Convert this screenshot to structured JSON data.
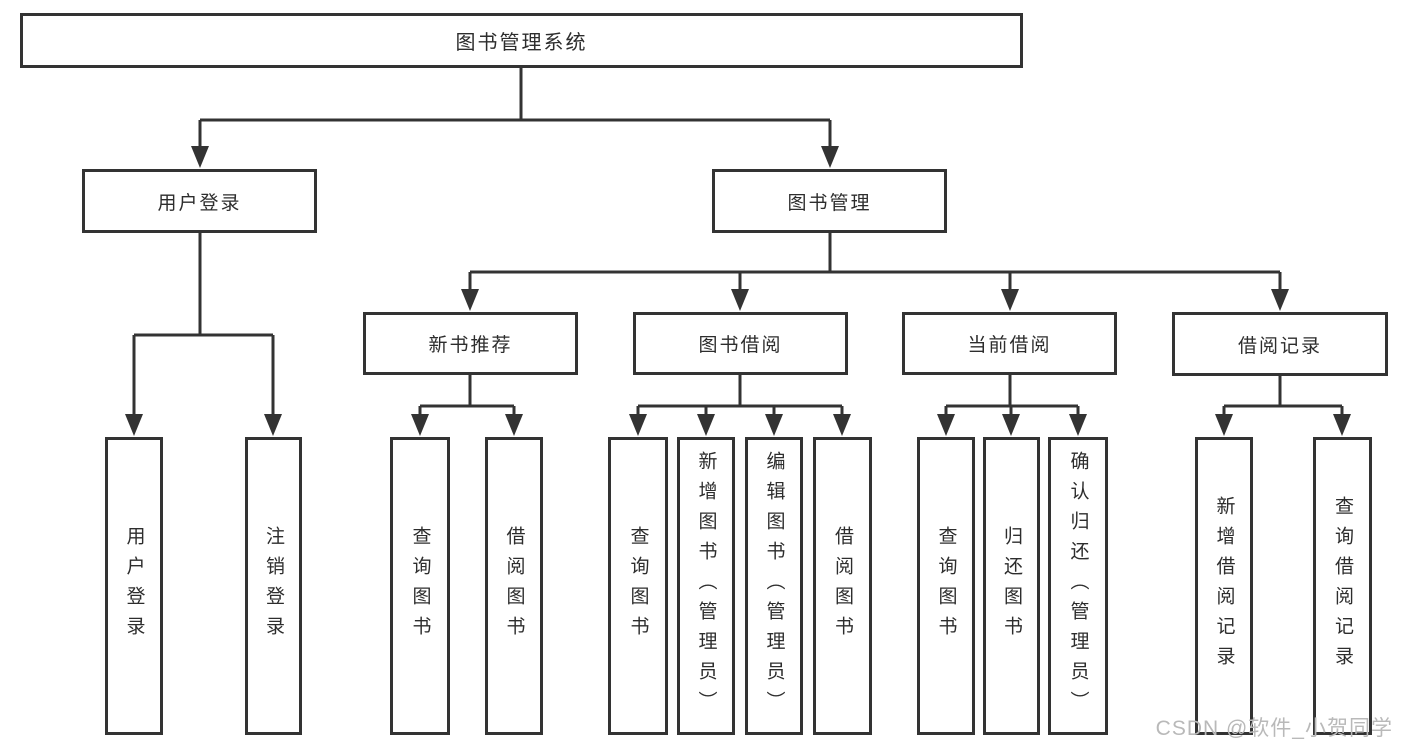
{
  "diagram": {
    "title": "图书管理系统",
    "colors": {
      "line": "#333333",
      "text": "#2d2d2d",
      "watermark": "#b9b9b9",
      "background": "#ffffff"
    },
    "nodes": {
      "root": "图书管理系统",
      "user_login": "用户登录",
      "book_management": "图书管理",
      "new_book_recommend": "新书推荐",
      "book_borrowing": "图书借阅",
      "current_borrowing": "当前借阅",
      "borrowing_records": "借阅记录"
    },
    "leaves": {
      "user_login_leaf": "用户登录",
      "logout_leaf": "注销登录",
      "nb_query_books": "查询图书",
      "nb_borrow_books": "借阅图书",
      "bb_query_books": "查询图书",
      "bb_add_books": "新增图书（管理员）",
      "bb_edit_books": "编辑图书（管理员）",
      "bb_borrow_books": "借阅图书",
      "cb_query_books": "查询图书",
      "cb_return_books": "归还图书",
      "cb_confirm_return": "确认归还（管理员）",
      "br_add_record": "新增借阅记录",
      "br_query_record": "查询借阅记录"
    },
    "watermark": "CSDN @软件_小贺同学"
  }
}
